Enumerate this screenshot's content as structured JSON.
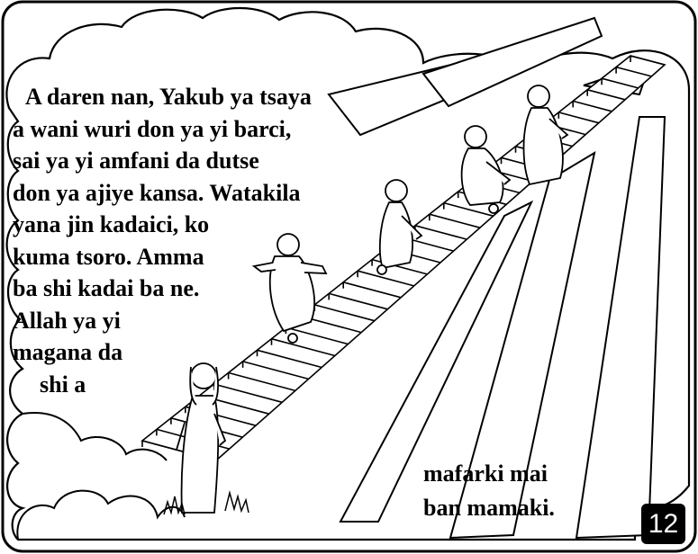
{
  "story": {
    "lines": [
      "A daren nan, Yakub ya tsaya",
      "a wani wuri don ya yi barci,",
      "sai ya yi amfani da dutse",
      "don ya ajiye kansa.  Watakila",
      "yana jin kadaici, ko",
      "kuma tsoro.  Amma",
      "ba shi kadai ba ne.",
      "Allah ya yi",
      "magana da",
      "shi a"
    ],
    "ending": [
      "mafarki mai",
      "ban mamaki."
    ]
  },
  "page_number": "12",
  "illustration": {
    "subject": "jacobs-ladder",
    "figures": [
      "jacob",
      "angel",
      "angel",
      "angel",
      "angel"
    ],
    "colors": {
      "ink": "#000000",
      "paper": "#ffffff"
    }
  }
}
